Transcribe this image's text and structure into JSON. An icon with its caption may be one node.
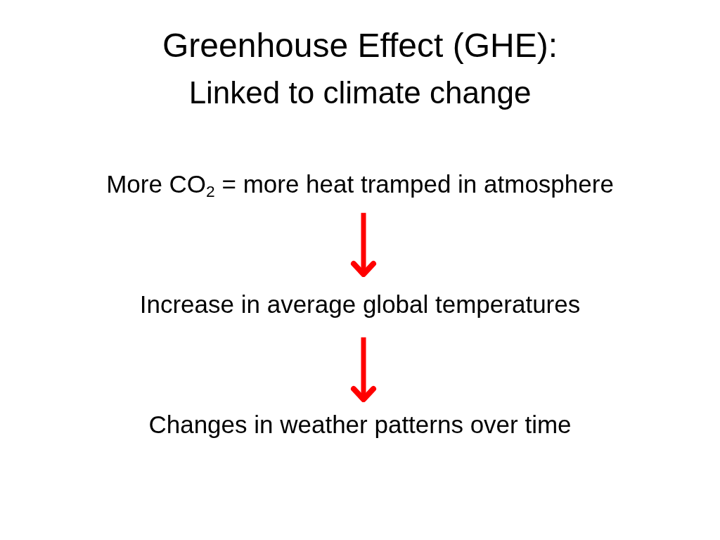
{
  "diagram": {
    "title": "Greenhouse Effect (GHE):",
    "nodes": [
      {
        "text": [
          "More CO$_{2}$ = more heat tramped in atmosphere"
        ]
      },
      {
        "text": [
          "Increase in average global temperatures"
        ]
      },
      {
        "text": [
          "Changes in weather patterns over time"
        ]
      }
    ],
    "edges": [
      {
        "from": 0,
        "to": 1,
        "arrow": "to"
      },
      {
        "from": 1,
        "to": 2,
        "arrow": "to"
      }
    ],
    "labels": [
      "Linked to climate change"
    ]
  }
}
